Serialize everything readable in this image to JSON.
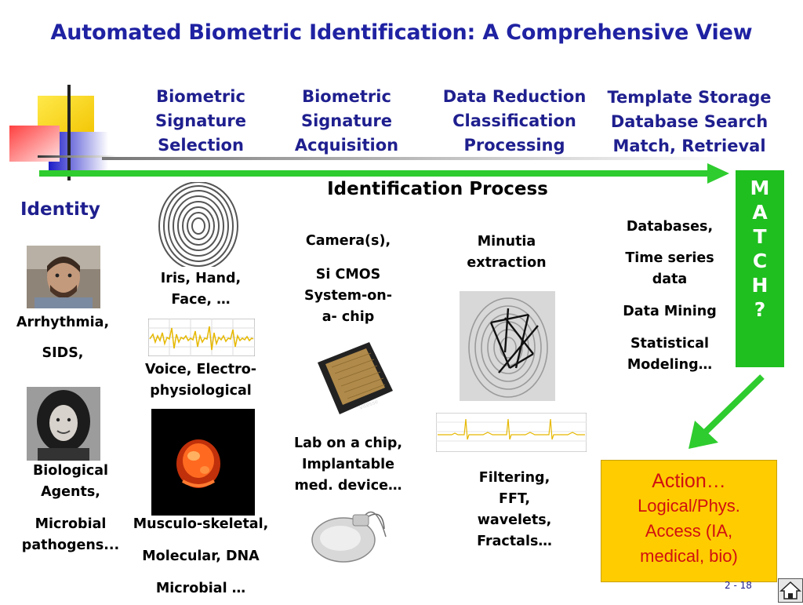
{
  "title": "Automated Biometric Identification: A Comprehensive View",
  "stages": [
    {
      "lines": [
        "Biometric",
        "Signature",
        "Selection"
      ]
    },
    {
      "lines": [
        "Biometric",
        "Signature",
        "Acquisition"
      ]
    },
    {
      "lines": [
        "Data Reduction",
        "Classification",
        "Processing"
      ]
    },
    {
      "lines": [
        "Template Storage",
        "Database Search",
        "Match, Retrieval"
      ]
    }
  ],
  "process_label": "Identification Process",
  "identity": {
    "heading": "Identity",
    "item1": "Arrhythmia,",
    "item2": "SIDS,",
    "item3a": "Biological",
    "item3b": "Agents,",
    "item4a": "Microbial",
    "item4b": "pathogens..."
  },
  "selection": {
    "iris_a": "Iris, Hand,",
    "iris_b": "Face, …",
    "voice_a": "Voice, Electro-",
    "voice_b": "physiological",
    "musculo": "Musculo-skeletal,",
    "molecular": "Molecular, DNA",
    "microbial": "Microbial …"
  },
  "acquisition": {
    "camera": "Camera(s),",
    "sicmos_a": "Si CMOS",
    "sicmos_b": "System-on-",
    "sicmos_c": "a- chip",
    "lab_a": "Lab on a chip,",
    "lab_b": "Implantable",
    "lab_c": "med.  device…",
    "chip_brand": "Vitesse"
  },
  "reduction": {
    "minutia_a": "Minutia",
    "minutia_b": "extraction",
    "filter_a": "Filtering,",
    "filter_b": "FFT,",
    "filter_c": "wavelets,",
    "filter_d": "Fractals…"
  },
  "storage": {
    "databases": "Databases,",
    "timeseries_a": "Time series",
    "timeseries_b": "data",
    "datamining": "Data Mining",
    "statistical_a": "Statistical",
    "statistical_b": "Modeling…"
  },
  "match_letters": [
    "M",
    "A",
    "T",
    "C",
    "H",
    "?"
  ],
  "action": {
    "line1": "Action…",
    "line2": "Logical/Phys.",
    "line3": "Access (IA,",
    "line4": "medical, bio)"
  },
  "page_number": "2 - 18",
  "colors": {
    "title": "#1f22a2",
    "stage_text": "#1f1f8f",
    "arrow": "#2ecc2e",
    "match_box": "#1fbf1f",
    "action_box": "#ffcc00",
    "action_text": "#d01010"
  },
  "icons": {
    "home": "home-icon"
  }
}
